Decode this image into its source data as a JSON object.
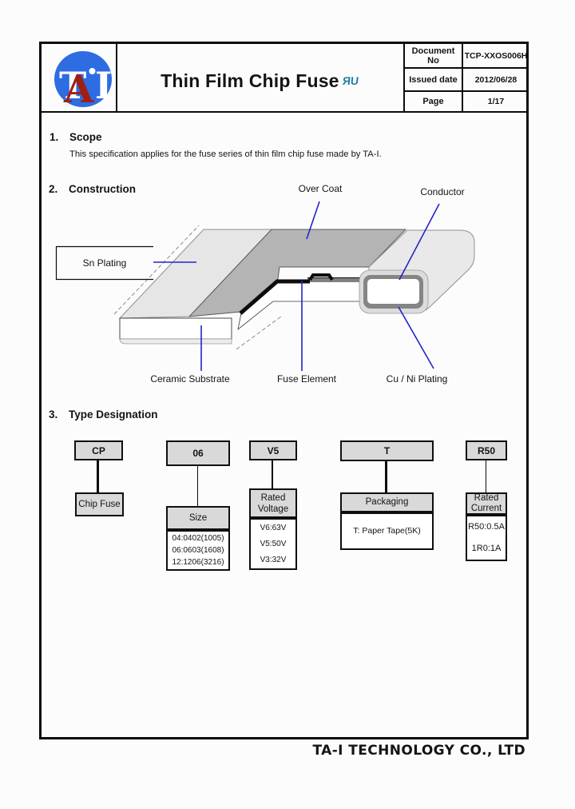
{
  "header": {
    "logo": {
      "t": "T",
      "a": "A",
      "i": "I"
    },
    "title": "Thin Film Chip Fuse",
    "ul_mark": "ЯU",
    "table": {
      "rows": [
        {
          "label": "Document No",
          "value": "TCP-XXOS006H"
        },
        {
          "label": "Issued date",
          "value": "2012/06/28"
        },
        {
          "label": "Page",
          "value": "1/17"
        }
      ]
    }
  },
  "sections": {
    "scope": {
      "number": "1.",
      "title": "Scope",
      "body": "This specification applies for the fuse series of thin film chip fuse made by TA-I."
    },
    "construction": {
      "number": "2.",
      "title": "Construction",
      "labels": {
        "over_coat": "Over Coat",
        "conductor": "Conductor",
        "sn_plating": "Sn Plating",
        "ceramic_substrate": "Ceramic Substrate",
        "fuse_element": "Fuse Element",
        "cu_ni_plating": "Cu / Ni Plating"
      }
    },
    "type_designation": {
      "number": "3.",
      "title": "Type Designation",
      "columns": [
        {
          "code": "CP",
          "category": "Chip Fuse",
          "items": []
        },
        {
          "code": "06",
          "category": "Size",
          "items": [
            "04:0402(1005)",
            "06:0603(1608)",
            "12:1206(3216)"
          ]
        },
        {
          "code": "V5",
          "category": "Rated Voltage",
          "items": [
            "V6:63V",
            "V5:50V",
            "V3:32V"
          ]
        },
        {
          "code": "T",
          "category": "Packaging",
          "items": [
            "T: Paper Tape(5K)"
          ]
        },
        {
          "code": "R50",
          "category": "Rated Current",
          "items": [
            "R50:0.5A",
            "1R0:1A"
          ]
        }
      ]
    }
  },
  "footer": {
    "company": "TA-I TECHNOLOGY CO., LTD"
  },
  "colors": {
    "logo_blue": "#2e6ce2",
    "logo_red": "#9e2012",
    "ul_teal": "#20809f",
    "leader_blue": "#2323cd",
    "box_gray": "#d9d9d9",
    "overcoat_gray": "#b4b4b4",
    "plating_light": "#e6e6e6"
  }
}
